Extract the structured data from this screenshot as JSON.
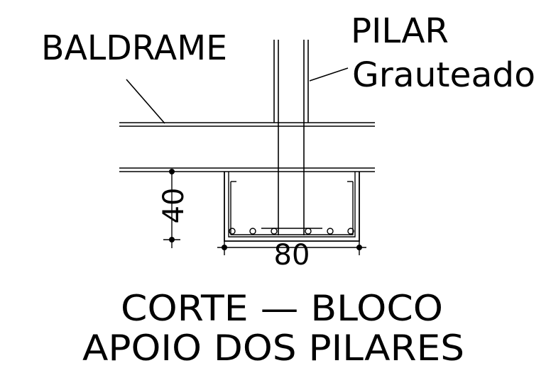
{
  "labels": {
    "baldrame": "BALDRAME",
    "pilar": "PILAR",
    "grauteado": "Grauteado",
    "dim_height": "40",
    "dim_width": "80",
    "title_line1": "CORTE — BLOCO",
    "title_line2": "APOIO DOS PILARES"
  },
  "colors": {
    "ink": "#000000",
    "background": "#ffffff"
  }
}
